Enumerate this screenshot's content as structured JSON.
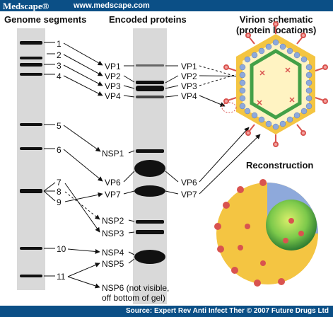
{
  "header": {
    "logo": "Medscape®",
    "url": "www.medscape.com"
  },
  "footer": {
    "source": "Source: Expert Rev Anti Infect Ther © 2007 Future Drugs Ltd"
  },
  "titles": {
    "genome": "Genome segments",
    "proteins": "Encoded proteins",
    "virion": "Virion schematic\n(protein locations)",
    "reconstruction": "Reconstruction"
  },
  "segments": [
    "1",
    "2",
    "3",
    "4",
    "5",
    "6",
    "7",
    "8",
    "9",
    "10",
    "11"
  ],
  "proteins_left": [
    "VP1",
    "VP2",
    "VP3",
    "VP4",
    "NSP1",
    "VP6",
    "VP7",
    "NSP2",
    "NSP3",
    "NSP4",
    "NSP5",
    "NSP6 (not visible,",
    "off bottom of gel)"
  ],
  "proteins_right": [
    "VP1",
    "VP2",
    "VP3",
    "VP4",
    "VP6",
    "VP7"
  ],
  "colors": {
    "bar": "#0b4f86",
    "capsid_outer": "#f4c542",
    "capsid_mid": "#8ea9db",
    "capsid_inner": "#43a047",
    "spike": "#d9534f"
  }
}
